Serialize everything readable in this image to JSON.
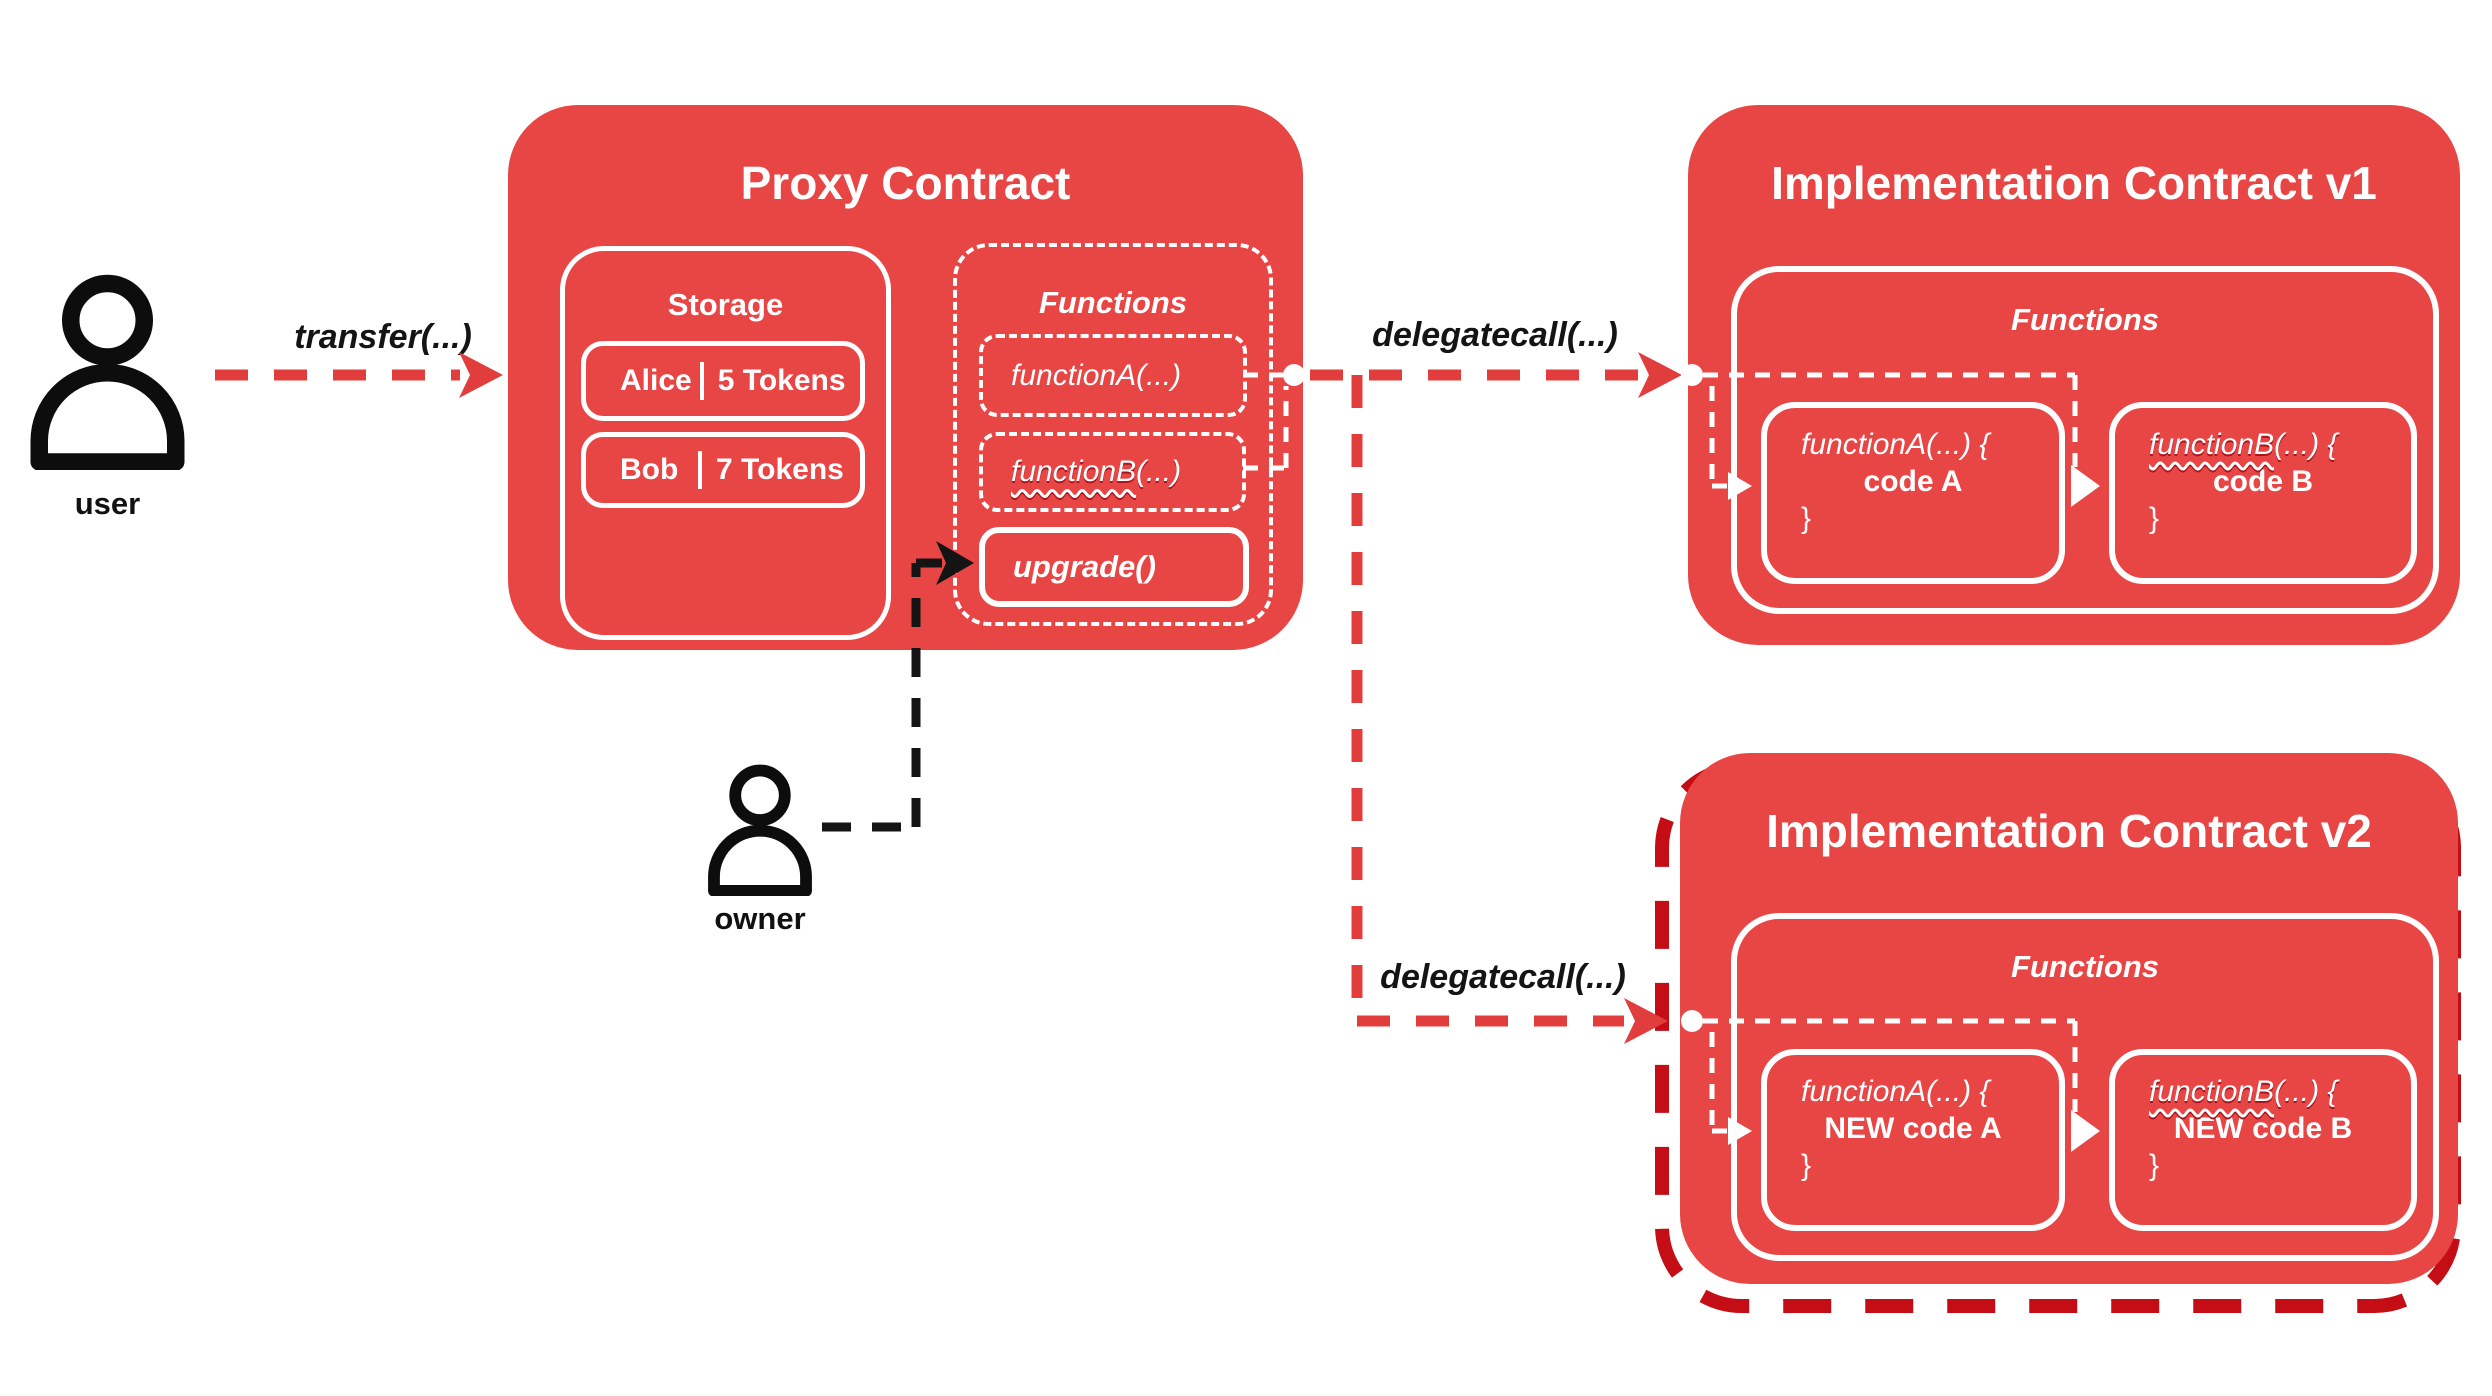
{
  "colors": {
    "box_red": "#e84545",
    "arrow_red": "#e23d3d",
    "dark_red_outline": "#c50d15",
    "ink_black": "#141414",
    "white": "#ffffff"
  },
  "actors": {
    "user_label": "user",
    "owner_label": "owner"
  },
  "arrows": {
    "transfer_label": "transfer(...)",
    "delegatecall_v1_label": "delegatecall(...)",
    "delegatecall_v2_label": "delegatecall(...)"
  },
  "proxy": {
    "title": "Proxy Contract",
    "storage": {
      "title": "Storage",
      "rows": [
        {
          "name": "Alice",
          "value": "5 Tokens"
        },
        {
          "name": "Bob",
          "value": "7 Tokens"
        }
      ]
    },
    "functions": {
      "title": "Functions",
      "items": [
        {
          "name": "functionA",
          "args": "(...)"
        },
        {
          "name": "functionB",
          "args": "(...)"
        }
      ],
      "upgrade_label": "upgrade()"
    }
  },
  "impl_v1": {
    "title": "Implementation Contract v1",
    "functions": {
      "title": "Functions",
      "items": [
        {
          "name": "functionA",
          "args": "(...) {",
          "body": "code A",
          "close": "}"
        },
        {
          "name": "functionB",
          "args": "(...) {",
          "body": "code B",
          "close": "}"
        }
      ]
    }
  },
  "impl_v2": {
    "title": "Implementation Contract v2",
    "functions": {
      "title": "Functions",
      "items": [
        {
          "name": "functionA",
          "args": "(...) {",
          "body": "NEW code A",
          "close": "}"
        },
        {
          "name": "functionB",
          "args": "(...) {",
          "body": "NEW code B",
          "close": "}"
        }
      ]
    }
  }
}
